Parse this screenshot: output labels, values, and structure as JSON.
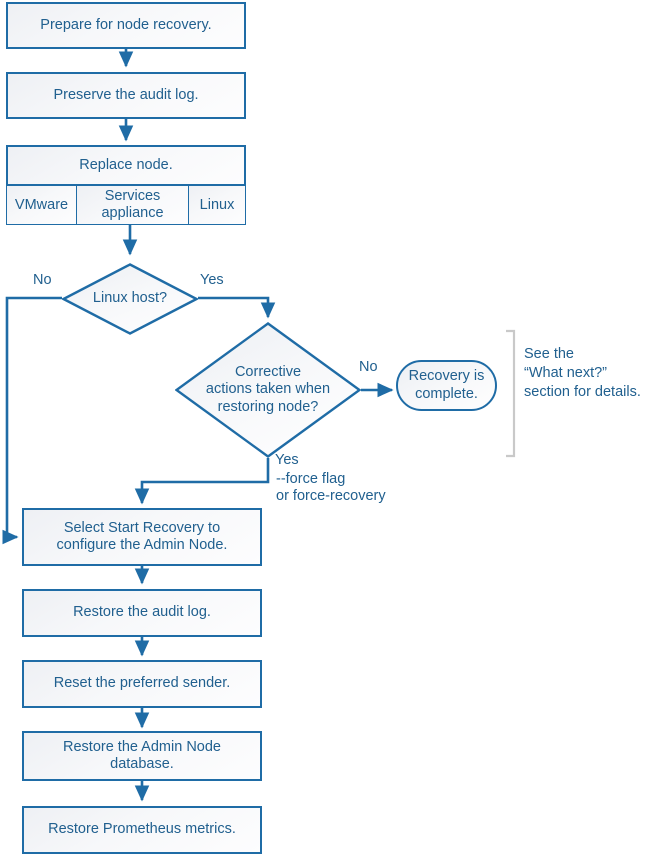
{
  "diagram": {
    "title": "Admin Node recovery flowchart",
    "colors": {
      "stroke": "#1f6ca6",
      "text": "#21608f",
      "fill_light": "#f7f8fa",
      "fill_shade": "#eef0f4",
      "bracket": "#c8c8c8"
    }
  },
  "nodes": {
    "prepare": "Prepare for node recovery.",
    "preserve": "Preserve the audit log.",
    "replace": "Replace node.",
    "replace_options": [
      "VMware",
      "Services appliance",
      "Linux"
    ],
    "linux_host": "Linux host?",
    "corrective": "Corrective\nactions taken when\nrestoring node?",
    "recovery_complete": "Recovery is\ncomplete.",
    "select_start_recovery": "Select Start Recovery to\nconfigure the Admin Node.",
    "restore_audit": "Restore the audit log.",
    "reset_sender": "Reset the preferred sender.",
    "restore_db": "Restore the Admin Node\ndatabase.",
    "restore_prometheus": "Restore Prometheus metrics."
  },
  "edge_labels": {
    "linux_no": "No",
    "linux_yes": "Yes",
    "corrective_no": "No",
    "corrective_yes": "Yes",
    "corrective_yes_detail": "--force flag\nor force-recovery"
  },
  "annotations": {
    "what_next": "See the\n“What next?”\nsection for details."
  }
}
